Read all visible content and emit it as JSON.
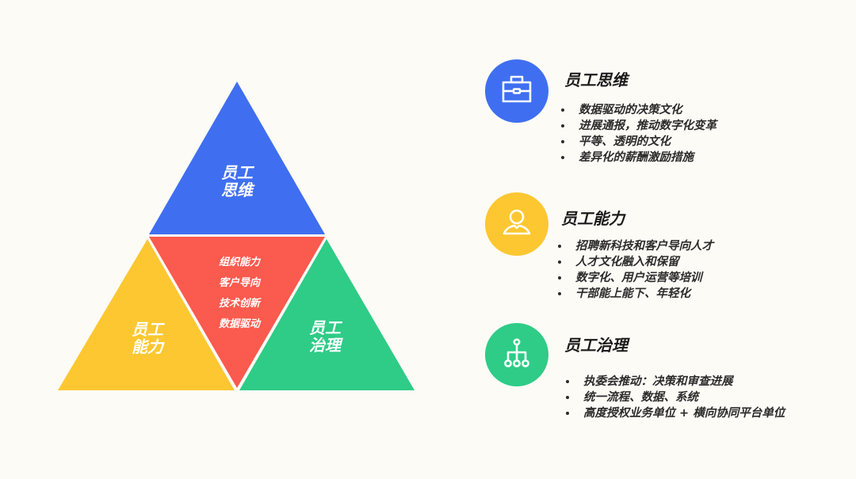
{
  "colors": {
    "background": "#fdfbf6",
    "blue": "#3f6ff0",
    "red": "#fb5a4e",
    "yellow": "#fcc731",
    "green": "#2ecc87",
    "text_dark": "#1a1a1a"
  },
  "pyramid": {
    "top": {
      "line1": "员工",
      "line2": "思维"
    },
    "left": {
      "line1": "员工",
      "line2": "能力"
    },
    "right": {
      "line1": "员工",
      "line2": "治理"
    },
    "center": {
      "items": [
        "组织能力",
        "客户导向",
        "技术创新",
        "数据驱动"
      ]
    }
  },
  "sections": [
    {
      "icon": "briefcase-icon",
      "title": "员工思维",
      "bullets": [
        "数据驱动的决策文化",
        "进展通报，推动数字化变革",
        "平等、透明的文化",
        "差异化的薪酬激励措施"
      ]
    },
    {
      "icon": "user-icon",
      "title": "员工能力",
      "bullets": [
        "招聘新科技和客户导向人才",
        "人才文化融入和保留",
        "数字化、用户运营等培训",
        "干部能上能下、年轻化"
      ]
    },
    {
      "icon": "org-chart-icon",
      "title": "员工治理",
      "bullets": [
        "执委会推动：决策和审查进展",
        "统一流程、数据、系统",
        "高度授权业务单位 + 横向协同平台单位"
      ]
    }
  ]
}
